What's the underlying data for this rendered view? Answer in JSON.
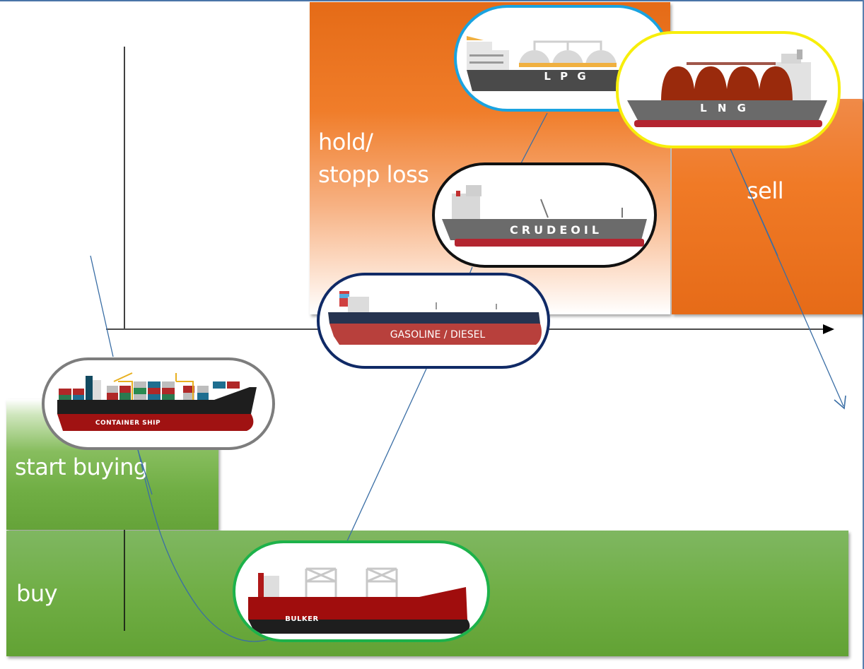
{
  "diagram": {
    "title": "",
    "zones": [
      {
        "id": "hold",
        "label": "hold/\nstopp loss",
        "line1": "hold/",
        "line2": "stopp loss",
        "color": "#e96f1c"
      },
      {
        "id": "sell",
        "label": "sell",
        "color": "#f07a26"
      },
      {
        "id": "start_buying",
        "label": "start buying",
        "color": "#70ae44"
      },
      {
        "id": "buy",
        "label": "buy",
        "color": "#6aa83c"
      }
    ],
    "ships": [
      {
        "id": "lpg",
        "name": "L P G",
        "type": "LPG carrier",
        "border_color": "#1aa3e0",
        "phase": "hold/stopp loss"
      },
      {
        "id": "lng",
        "name": "L N G",
        "type": "LNG carrier",
        "border_color": "#f7ee0b",
        "phase": "sell"
      },
      {
        "id": "crude",
        "name": "CRUDEOIL",
        "type": "Crude oil tanker",
        "border_color": "#111111",
        "phase": "hold/stopp loss"
      },
      {
        "id": "gasoline",
        "name": "GASOLINE / DIESEL",
        "type": "Product tanker",
        "border_color": "#102a66",
        "phase": "hold/stopp loss"
      },
      {
        "id": "container",
        "name": "CONTAINER SHIP",
        "type": "Container ship",
        "border_color": "#7d7d7d",
        "phase": "start buying"
      },
      {
        "id": "bulker",
        "name": "BULKER",
        "type": "Bulk carrier",
        "border_color": "#1db24a",
        "phase": "buy"
      }
    ],
    "cycle_order": [
      "container",
      "bulker",
      "gasoline",
      "crude",
      "lpg",
      "lng"
    ],
    "colors": {
      "axis": "#111111",
      "cycle_curve": "#3a6ea5",
      "hold_zone_top": "#e56b17",
      "sell_zone": "#f07a26",
      "buy_zone": "#6aa83c"
    }
  }
}
